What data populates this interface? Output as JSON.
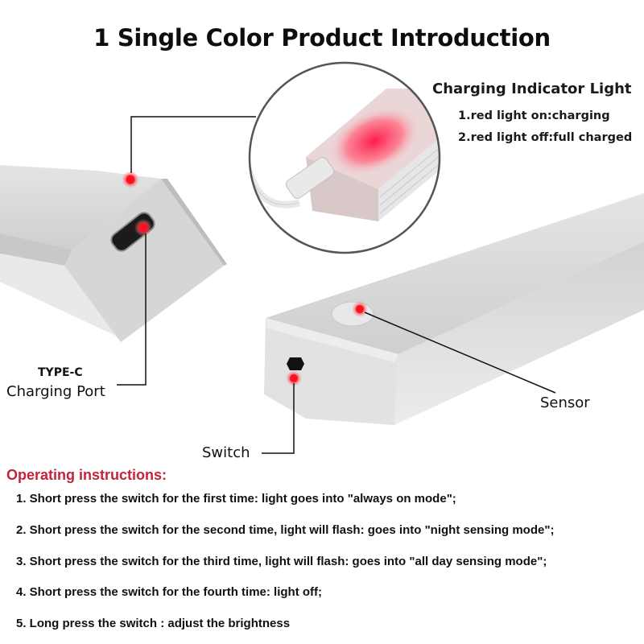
{
  "title": "1 Single Color Product Introduction",
  "charging_indicator": {
    "heading": "Charging Indicator Light",
    "items": [
      "1.red light on:charging",
      "2.red light off:full charged"
    ]
  },
  "callouts": {
    "type_c_line1": "TYPE-C",
    "type_c_line2": "Charging Port",
    "switch": "Switch",
    "sensor": "Sensor"
  },
  "operating_instructions": {
    "heading": "Operating instructions:",
    "items": [
      "1. Short press the switch for the first time: light goes into \"always on mode\";",
      "2. Short press the switch for the second time, light will flash: goes into \"night sensing mode\";",
      "3. Short press the switch for the third time, light will flash: goes into \"all day sensing mode\";",
      "4. Short press the switch for the fourth time: light off;",
      "5. Long press the switch : adjust the brightness"
    ]
  },
  "colors": {
    "accent_red": "#c4233a",
    "indicator_dot": "#e8101a",
    "bar_body": "#dcdcdc"
  },
  "icons": [
    "indicator-dot-icon",
    "type-c-port-icon",
    "switch-button-icon",
    "sensor-dome-icon"
  ]
}
